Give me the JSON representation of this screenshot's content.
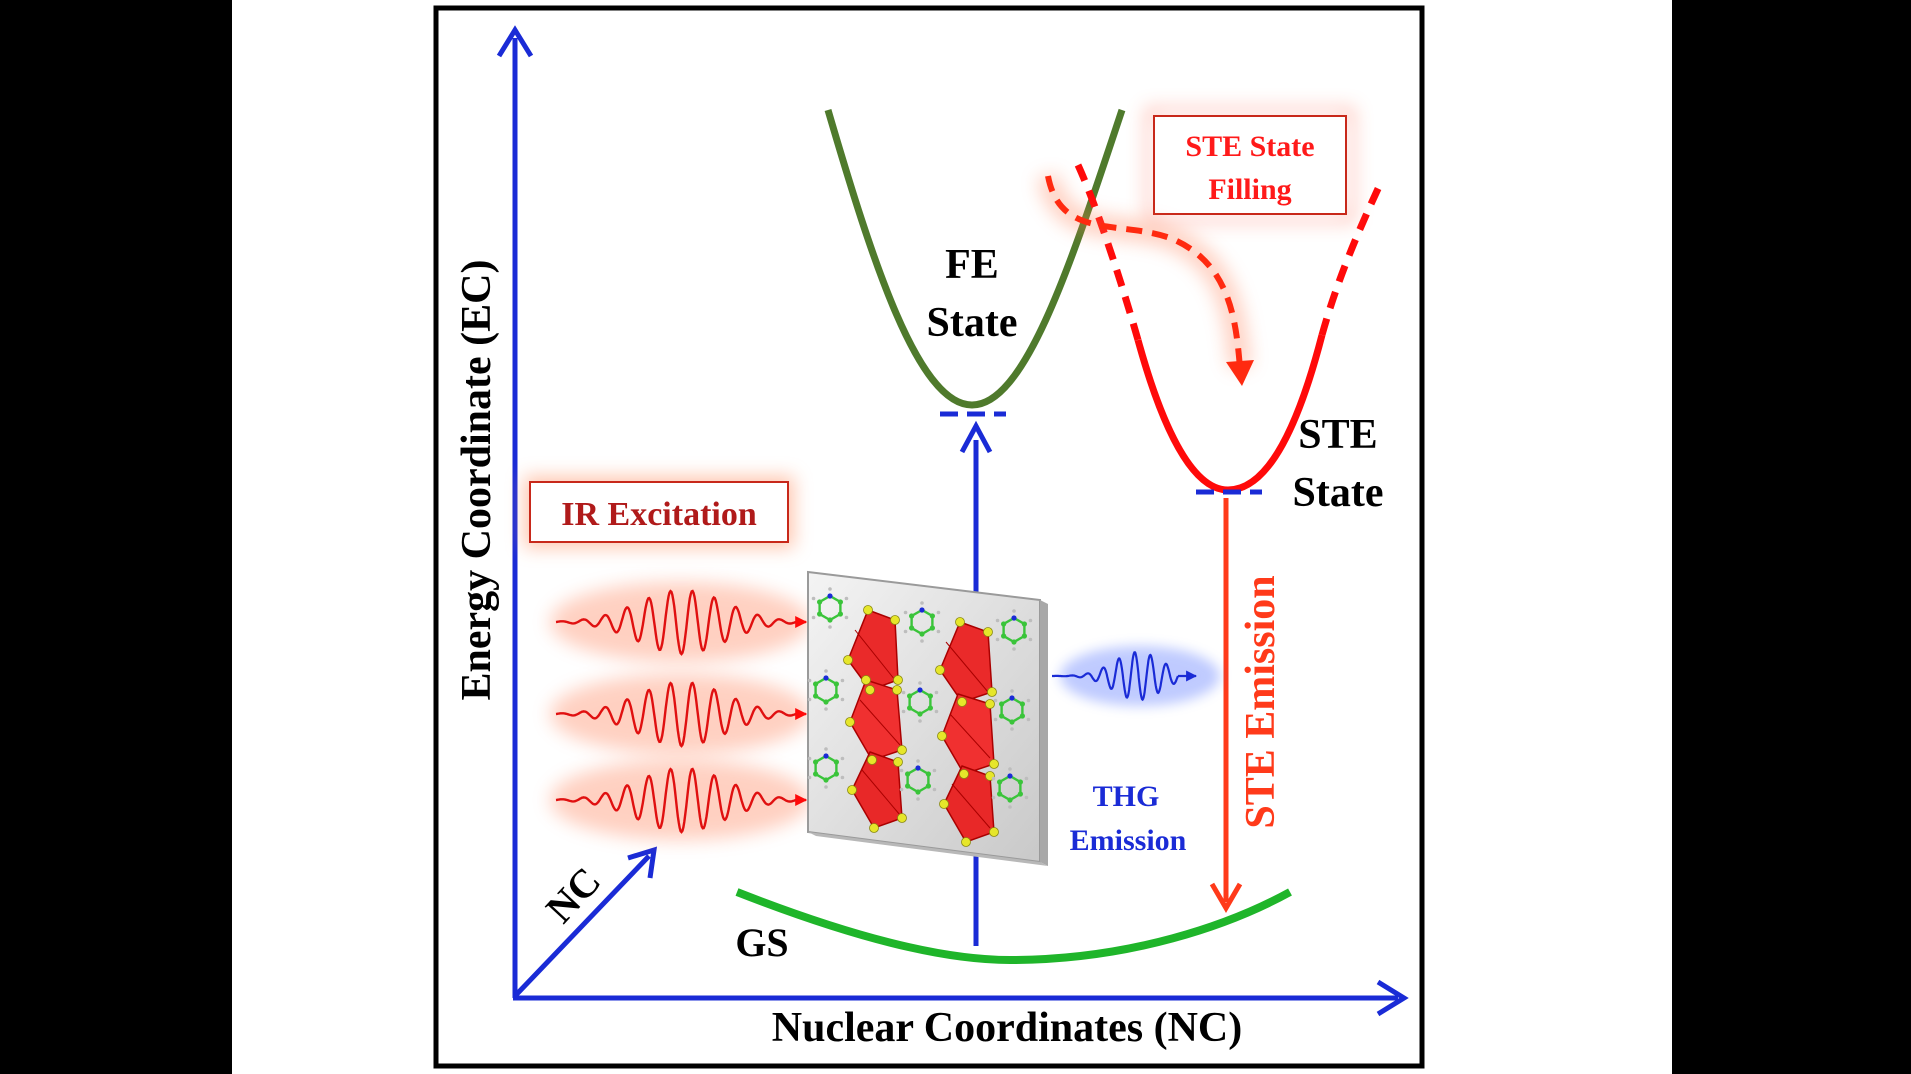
{
  "colors": {
    "axis": "#1a2bd6",
    "fe_curve": "#4f7a2c",
    "ste_curve": "#ff0a0a",
    "gs_curve": "#1fb52a",
    "ir_text": "#b01a1a",
    "thg_text": "#1a2bd6",
    "ste_emission": "#ff3a1a"
  },
  "axes": {
    "y_label": "Energy Coordinate (EC)",
    "x_label": "Nuclear Coordinates (NC)",
    "z_label": "NC"
  },
  "states": {
    "fe_line1": "FE",
    "fe_line2": "State",
    "ste_line1": "STE",
    "ste_line2": "State",
    "gs": "GS"
  },
  "boxes": {
    "ste_filling_line1": "STE State",
    "ste_filling_line2": "Filling",
    "ir_excitation": "IR Excitation"
  },
  "emissions": {
    "thg_line1": "THG",
    "thg_line2": "Emission",
    "ste_emission": "STE Emission"
  }
}
